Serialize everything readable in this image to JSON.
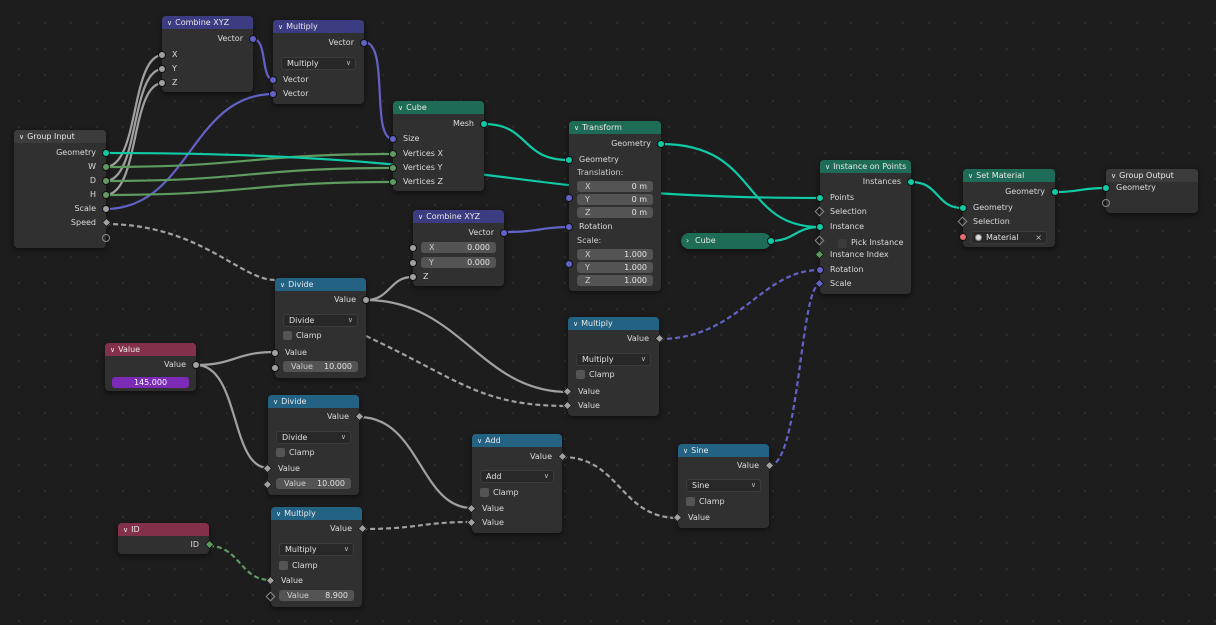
{
  "colors": {
    "geometry": "#10c9a6",
    "vector": "#6363c7",
    "float": "#a1a1a1",
    "integer": "#5f9a5f",
    "input_header": "#3c3c3c",
    "vector_header": "#3c3c83",
    "geometry_header": "#1e6c57",
    "converter_header": "#246283",
    "input_node_header": "#83314a",
    "value_field": "#7b2bb6"
  },
  "nodes": {
    "group_input": {
      "title": "Group Input",
      "outputs": [
        "Geometry",
        "W",
        "D",
        "H",
        "Scale",
        "Speed"
      ]
    },
    "combine_xyz_1": {
      "title": "Combine XYZ",
      "output": "Vector",
      "inputs": [
        "X",
        "Y",
        "Z"
      ]
    },
    "multiply_vec": {
      "title": "Multiply",
      "output": "Vector",
      "operation": "Multiply",
      "inputs": [
        "Vector",
        "Vector"
      ]
    },
    "cube": {
      "title": "Cube",
      "output": "Mesh",
      "inputs": [
        "Size",
        "Vertices X",
        "Vertices Y",
        "Vertices Z"
      ]
    },
    "transform": {
      "title": "Transform",
      "output": "Geometry",
      "input": "Geometry",
      "translation_label": "Translation:",
      "translation": [
        {
          "axis": "X",
          "value": "0 m"
        },
        {
          "axis": "Y",
          "value": "0 m"
        },
        {
          "axis": "Z",
          "value": "0 m"
        }
      ],
      "rotation_label": "Rotation",
      "scale_label": "Scale:",
      "scale": [
        {
          "axis": "X",
          "value": "1.000"
        },
        {
          "axis": "Y",
          "value": "1.000"
        },
        {
          "axis": "Z",
          "value": "1.000"
        }
      ]
    },
    "combine_xyz_2": {
      "title": "Combine XYZ",
      "output": "Vector",
      "fields": [
        {
          "axis": "X",
          "value": "0.000"
        },
        {
          "axis": "Y",
          "value": "0.000"
        }
      ],
      "z_label": "Z"
    },
    "cube_object": {
      "label": "Cube"
    },
    "instance_on_points": {
      "title": "Instance on Points",
      "output": "Instances",
      "inputs": [
        "Points",
        "Selection",
        "Instance",
        "Pick Instance",
        "Instance Index",
        "Rotation",
        "Scale"
      ]
    },
    "set_material": {
      "title": "Set Material",
      "output": "Geometry",
      "inputs": [
        "Geometry",
        "Selection"
      ],
      "material": "Material"
    },
    "group_output": {
      "title": "Group Output",
      "input": "Geometry"
    },
    "divide_1": {
      "title": "Divide",
      "output": "Value",
      "operation": "Divide",
      "clamp": "Clamp",
      "input_label": "Value",
      "field_label": "Value",
      "field_value": "10.000"
    },
    "value_node": {
      "title": "Value",
      "output": "Value",
      "value": "145.000"
    },
    "multiply_2": {
      "title": "Multiply",
      "output": "Value",
      "operation": "Multiply",
      "clamp": "Clamp",
      "inputs": [
        "Value",
        "Value"
      ]
    },
    "divide_2": {
      "title": "Divide",
      "output": "Value",
      "operation": "Divide",
      "clamp": "Clamp",
      "input_label": "Value",
      "field_label": "Value",
      "field_value": "10.000"
    },
    "add": {
      "title": "Add",
      "output": "Value",
      "operation": "Add",
      "clamp": "Clamp",
      "inputs": [
        "Value",
        "Value"
      ]
    },
    "sine": {
      "title": "Sine",
      "output": "Value",
      "operation": "Sine",
      "clamp": "Clamp",
      "input": "Value"
    },
    "id": {
      "title": "ID",
      "output": "ID"
    },
    "multiply_3": {
      "title": "Multiply",
      "output": "Value",
      "operation": "Multiply",
      "clamp": "Clamp",
      "input_label": "Value",
      "field_label": "Value",
      "field_value": "8.900"
    }
  }
}
